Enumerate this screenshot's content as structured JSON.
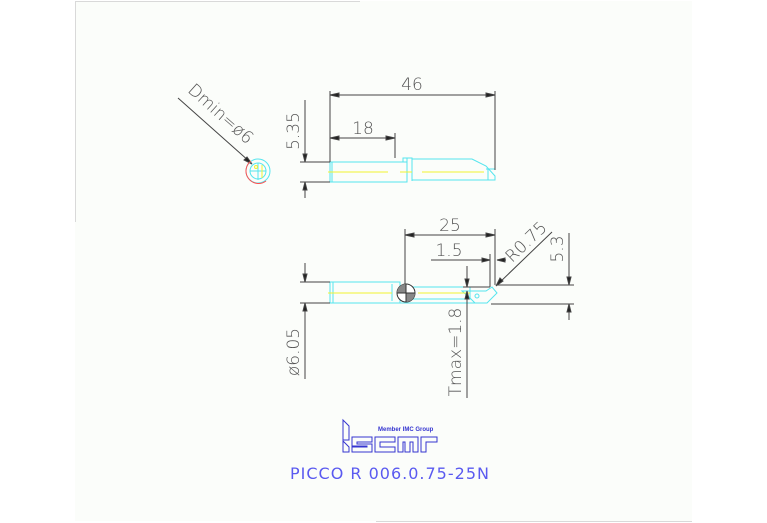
{
  "drawing": {
    "colors": {
      "background": "#ffffff",
      "sheet": "#fbfdfa",
      "sheet_border": "#d9d9d9",
      "dimension": "#444444",
      "dim_text": "#555555",
      "outline": "#55e5ee",
      "centerline": "#f2f230",
      "arc_red": "#ff5050",
      "title": "#5a5af0",
      "logo": "#3535d0"
    },
    "top_view": {
      "dim_total_length": "46",
      "dim_shank_length": "18",
      "dim_height": "5.35",
      "dmin_label": "Dmin=ø6"
    },
    "bottom_view": {
      "dim_cut_depth": "25",
      "dim_tip_width": "1.5",
      "dim_radius": "R0.75",
      "dim_height": "5.3",
      "dim_diameter": "ø6.05",
      "tmax_label": "Tmax=1.8"
    },
    "logo": {
      "tagline": "Member IMC Group",
      "brand": "iscar"
    },
    "title": "PICCO R 006.0.75-25N"
  }
}
